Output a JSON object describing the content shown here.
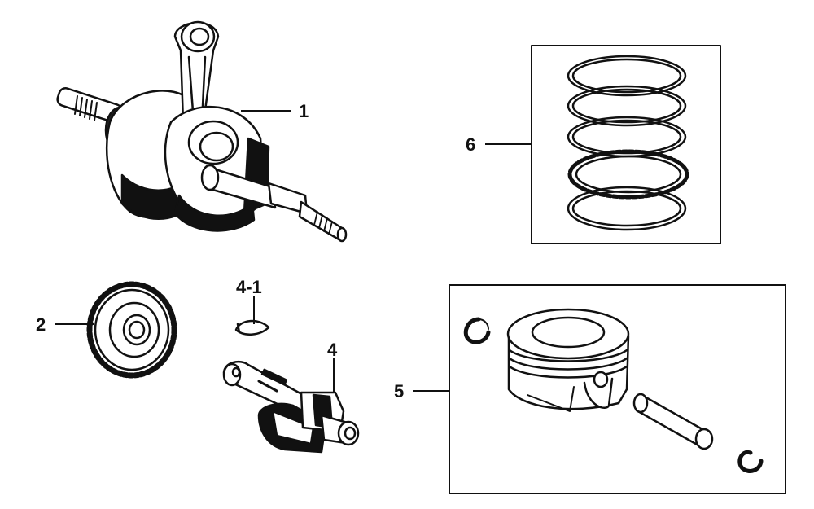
{
  "diagram": {
    "callouts": {
      "crankshaft": "1",
      "gear": "2",
      "balancer_shaft": "4",
      "key": "4-1",
      "piston_set": "5",
      "piston_rings": "6"
    }
  },
  "colors": {
    "line": "#111111",
    "fill_light": "#ffffff",
    "fill_dark": "#111111"
  }
}
